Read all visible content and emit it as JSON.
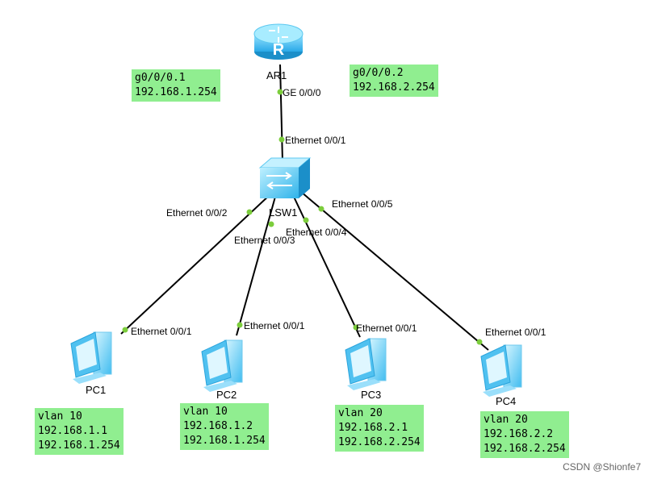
{
  "devices": {
    "router": {
      "label": "AR1"
    },
    "switch": {
      "label": "LSW1"
    },
    "pcs": [
      {
        "label": "PC1"
      },
      {
        "label": "PC2"
      },
      {
        "label": "PC3"
      },
      {
        "label": "PC4"
      }
    ]
  },
  "ports": {
    "router_ge": "GE 0/0/0",
    "switch_up": "Ethernet 0/0/1",
    "switch_p2": "Ethernet 0/0/2",
    "switch_p3": "Ethernet 0/0/3",
    "switch_p4": "Ethernet 0/0/4",
    "switch_p5": "Ethernet 0/0/5",
    "pc1_eth": "Ethernet 0/0/1",
    "pc2_eth": "Ethernet 0/0/1",
    "pc3_eth": "Ethernet 0/0/1",
    "pc4_eth": "Ethernet 0/0/1"
  },
  "notes": {
    "sub1": [
      "g0/0/0.1",
      "192.168.1.254"
    ],
    "sub2": [
      "g0/0/0.2",
      "192.168.2.254"
    ],
    "pc1": [
      "vlan 10",
      "192.168.1.1",
      "192.168.1.254"
    ],
    "pc2": [
      "vlan 10",
      "192.168.1.2",
      "192.168.1.254"
    ],
    "pc3": [
      "vlan 20",
      "192.168.2.1",
      "192.168.2.254"
    ],
    "pc4": [
      "vlan 20",
      "192.168.2.2",
      "192.168.2.254"
    ]
  },
  "watermark": "CSDN @Shionfe7",
  "colors": {
    "note_bg": "#90ee90",
    "port_dot": "#7ccd3c",
    "device_blue": "#4fc3f7",
    "link": "#000000"
  }
}
